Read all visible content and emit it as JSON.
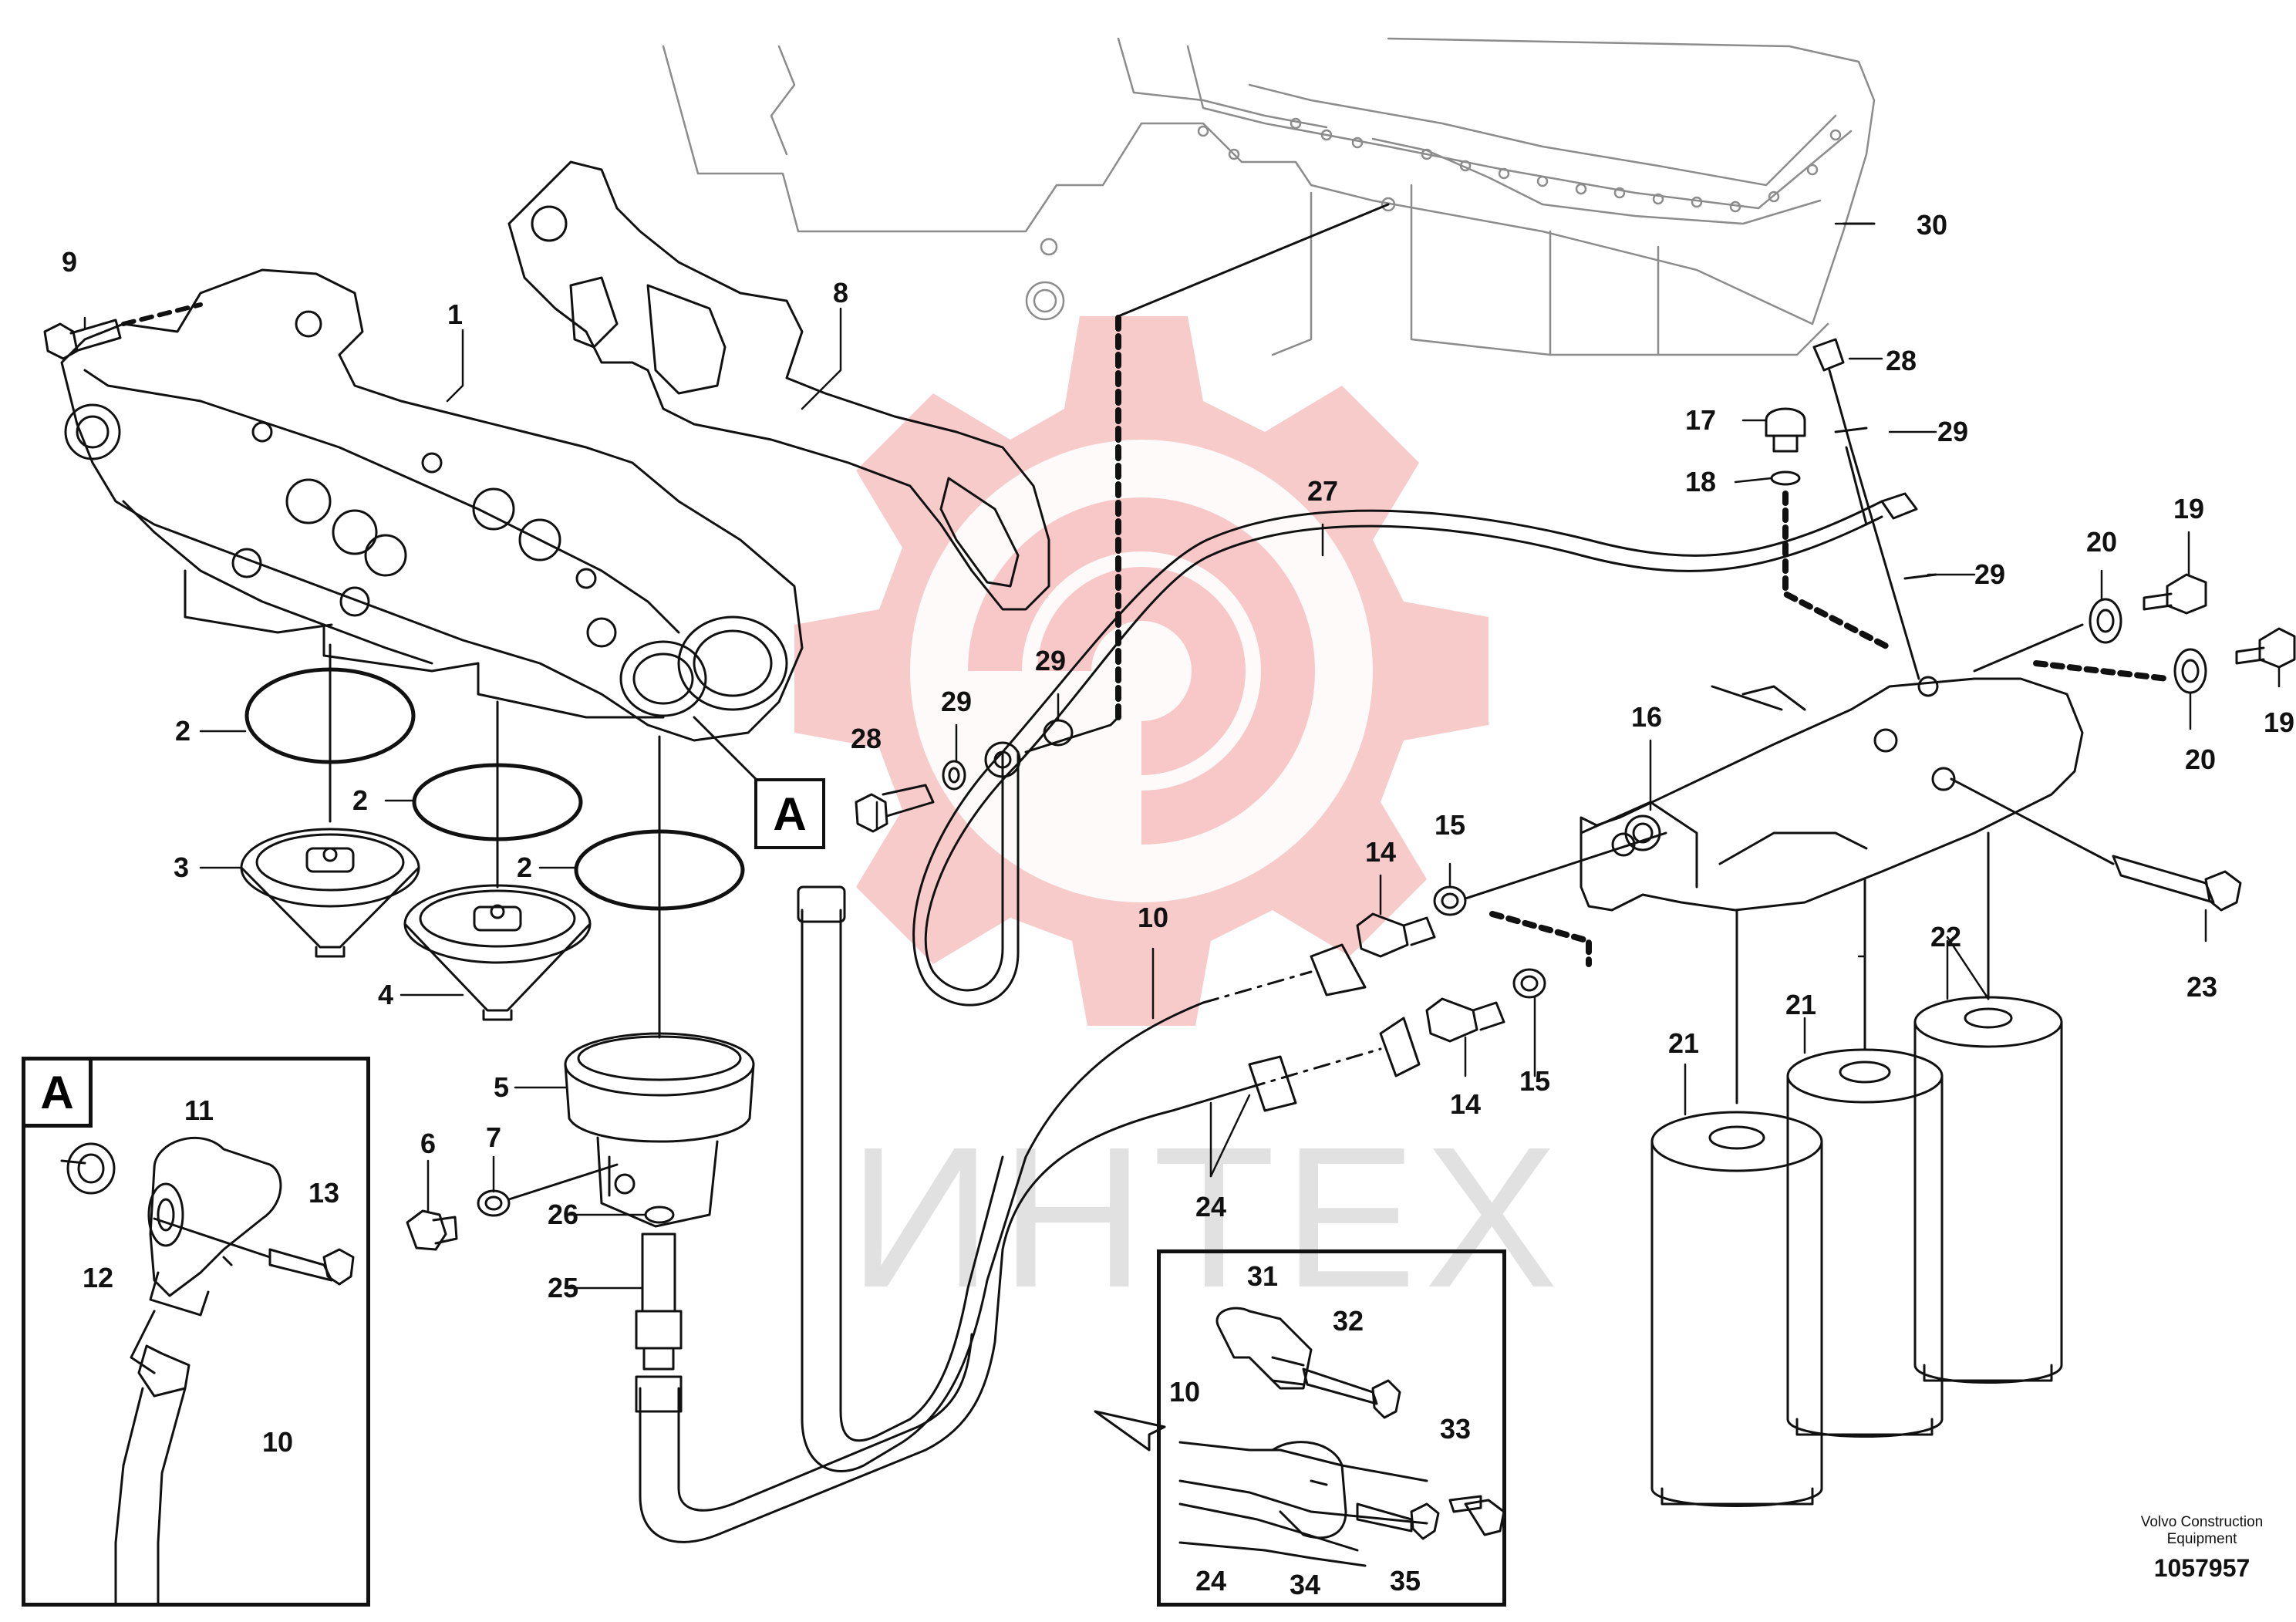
{
  "diagram": {
    "part_labels": [
      "1",
      "2",
      "2",
      "2",
      "3",
      "4",
      "5",
      "6",
      "7",
      "8",
      "9",
      "10",
      "10",
      "10",
      "11",
      "12",
      "13",
      "14",
      "14",
      "15",
      "15",
      "16",
      "17",
      "18",
      "19",
      "19",
      "20",
      "20",
      "21",
      "21",
      "22",
      "23",
      "24",
      "24",
      "25",
      "26",
      "27",
      "28",
      "28",
      "29",
      "29",
      "29",
      "29",
      "30",
      "31",
      "32",
      "33",
      "34",
      "35"
    ],
    "callout_letter": "A",
    "inset_letter": "A"
  },
  "footer": {
    "company": "Volvo Construction Equipment",
    "company_line1": "Volvo Construction",
    "company_line2": "Equipment",
    "drawing_number": "1057957"
  },
  "watermark": {
    "text": "ИНТЕХ",
    "logo_color": "#f3a9a9"
  },
  "colors": {
    "line": "#111111",
    "engine_outline": "#9a9a9a",
    "watermark_red": "#ef8f8f"
  }
}
